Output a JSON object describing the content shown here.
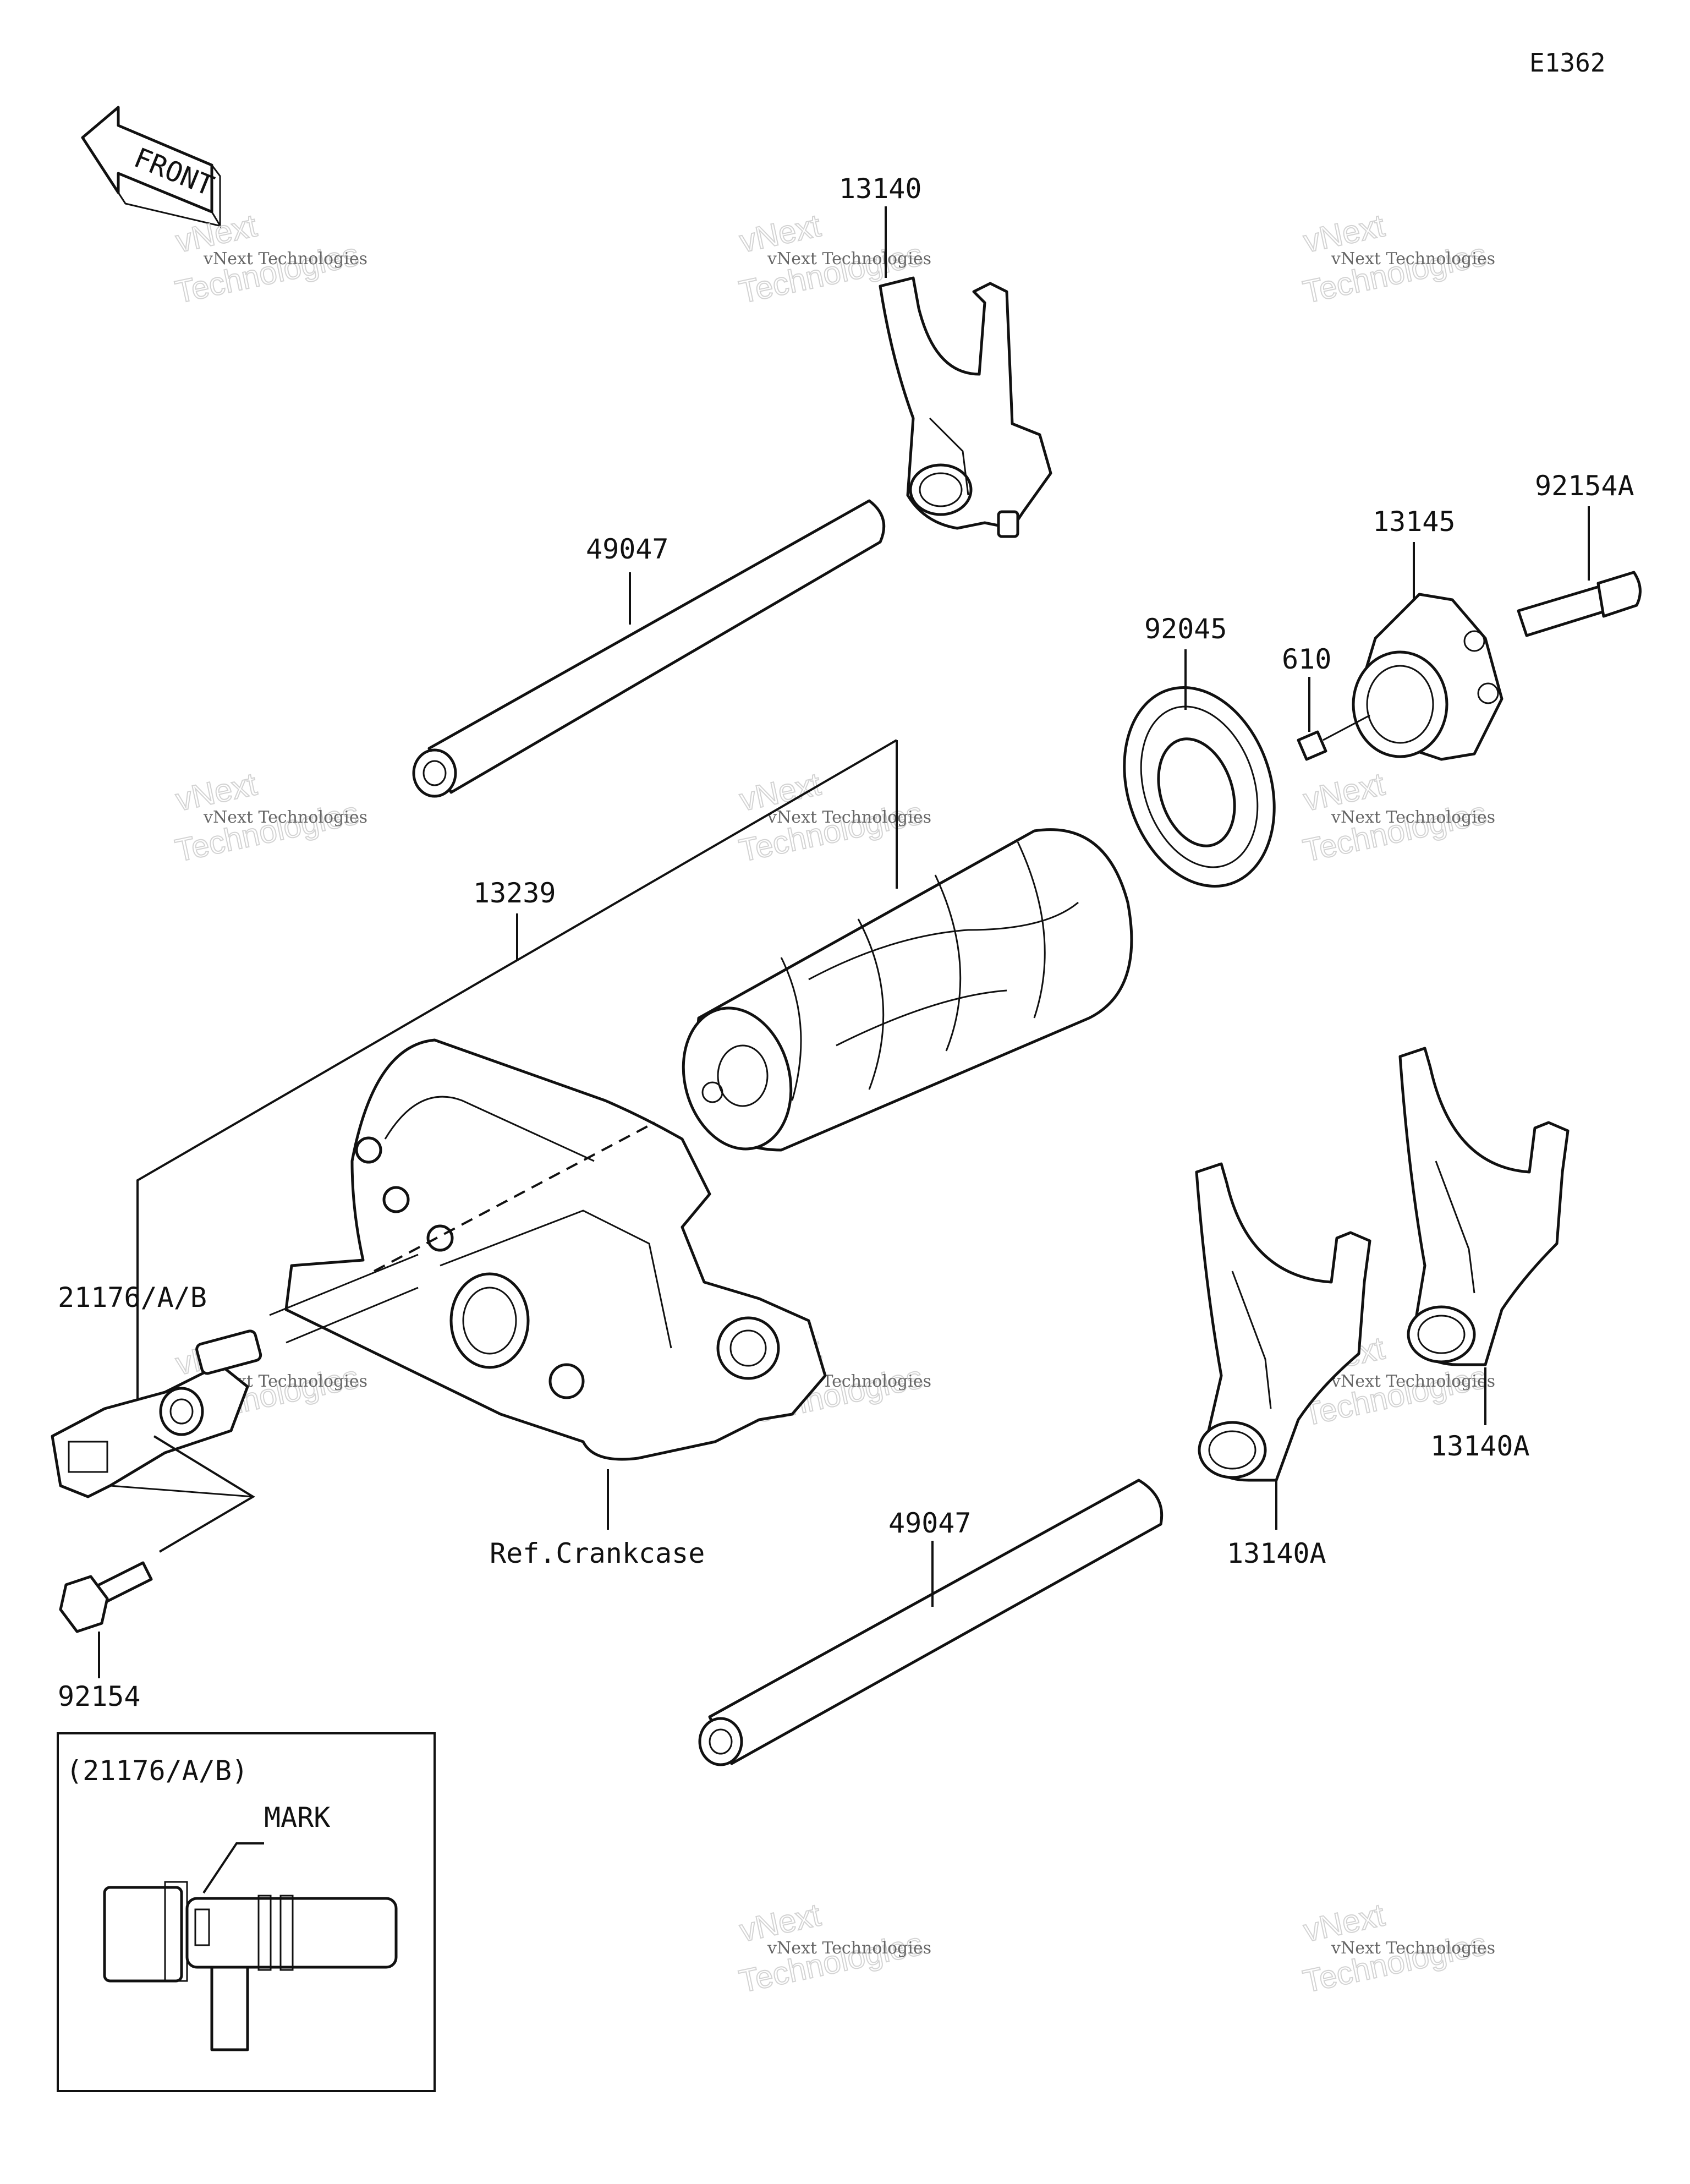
{
  "diagram_code": "E1362",
  "front_label": "FRONT",
  "watermark": {
    "line1": "vNext Technologies",
    "line2": "Technologies",
    "line3": "vNext"
  },
  "labels": {
    "p13140": "13140",
    "p49047_top": "49047",
    "p92154A": "92154A",
    "p13145": "13145",
    "p92045": "92045",
    "p610": "610",
    "p13239": "13239",
    "p21176": "21176/A/B",
    "p13140A_right": "13140A",
    "p13140A_mid": "13140A",
    "p49047_bottom": "49047",
    "ref_crankcase": "Ref.Crankcase",
    "p92154": "92154"
  },
  "inset": {
    "title": "(21176/A/B)",
    "mark_label": "MARK"
  }
}
